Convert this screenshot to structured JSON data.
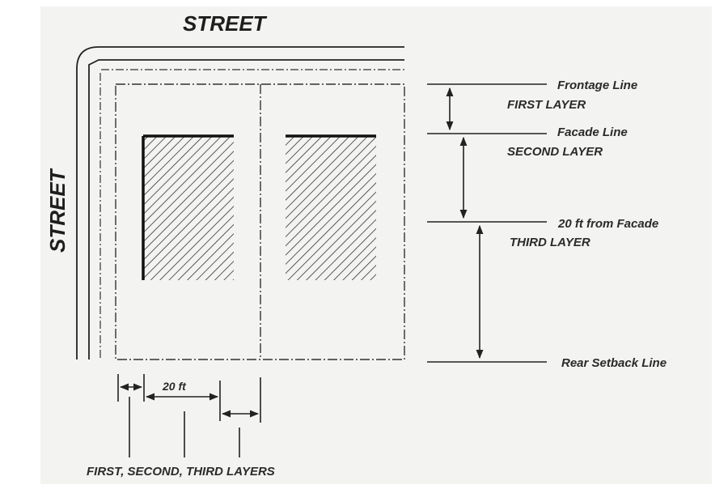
{
  "streets": {
    "top": "STREET",
    "left": "STREET"
  },
  "levels": [
    {
      "line": "Frontage Line",
      "layer": "FIRST LAYER"
    },
    {
      "line": "Facade Line",
      "layer": "SECOND LAYER"
    },
    {
      "line": "20 ft from Facade",
      "layer": "THIRD LAYER"
    },
    {
      "line": "Rear Setback Line",
      "layer": ""
    }
  ],
  "bottom": {
    "dimension": "20 ft",
    "caption": "FIRST, SECOND, THIRD LAYERS"
  },
  "colors": {
    "ink": "#222222",
    "paper": "#f3f3f1"
  }
}
